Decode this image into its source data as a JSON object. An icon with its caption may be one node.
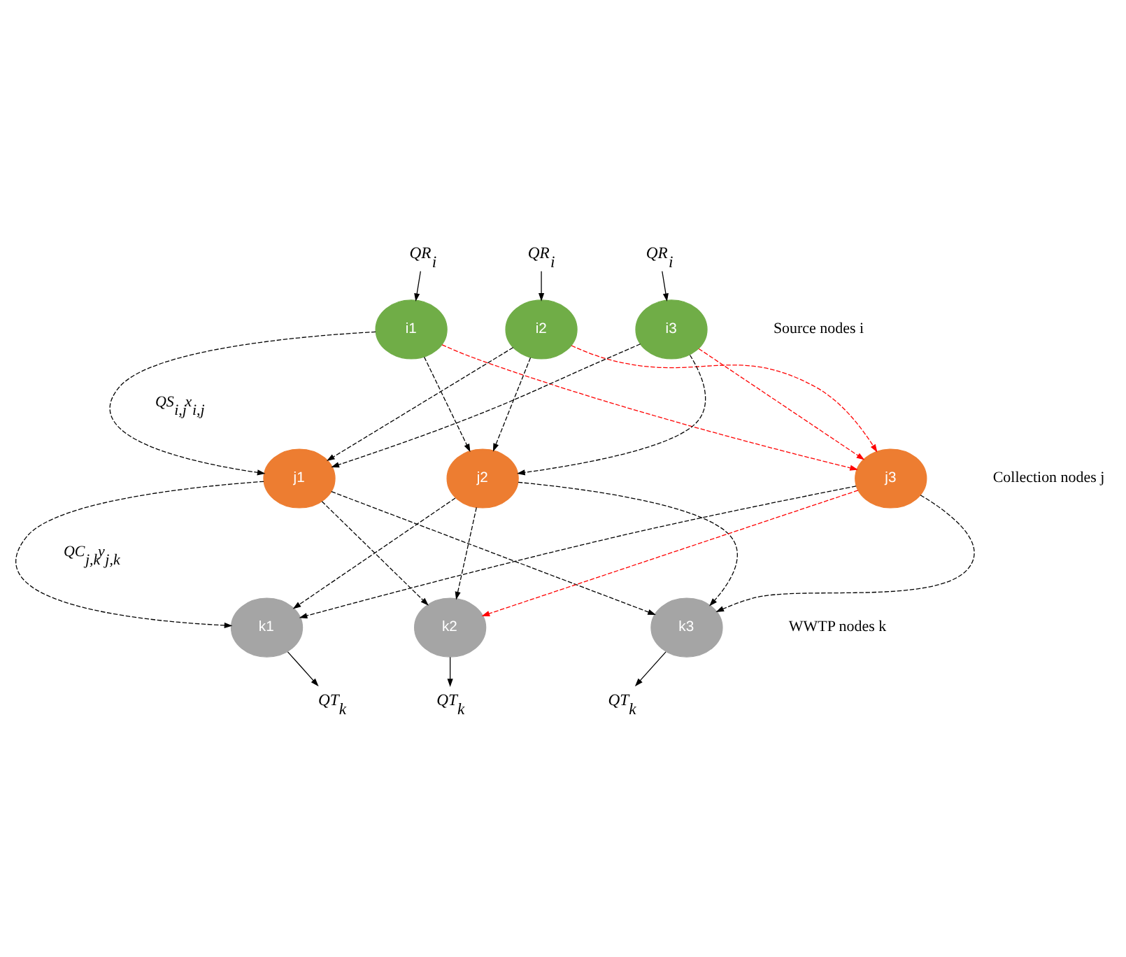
{
  "diagram": {
    "nodes": [
      {
        "text": [
          "QR$_{i}$"
        ]
      },
      {
        "text": [
          "QR$_{i}$"
        ]
      },
      {
        "text": [
          "QR$_{i}$"
        ]
      },
      {
        "text": [
          "i1"
        ]
      },
      {
        "text": [
          "i2"
        ]
      },
      {
        "text": [
          "i3"
        ]
      },
      {
        "text": [
          "j1"
        ]
      },
      {
        "text": [
          "j2"
        ]
      },
      {
        "text": [
          "j3"
        ]
      },
      {
        "text": [
          "k1"
        ]
      },
      {
        "text": [
          "k2"
        ]
      },
      {
        "text": [
          "k3"
        ]
      },
      {
        "text": [
          "QT$_{k}$"
        ]
      },
      {
        "text": [
          "QT$_{k}$"
        ]
      },
      {
        "text": [
          "QT$_{k}$"
        ]
      }
    ],
    "edges": [
      {
        "from": 0,
        "to": 3,
        "arrow": "to"
      },
      {
        "from": 1,
        "to": 4,
        "arrow": "to"
      },
      {
        "from": 2,
        "to": 5,
        "arrow": "to"
      },
      {
        "from": 3,
        "to": 6,
        "arrow": "to",
        "style": "dashed"
      },
      {
        "from": 3,
        "to": 7,
        "arrow": "to",
        "style": "dashed"
      },
      {
        "from": 3,
        "to": 8,
        "arrow": "to",
        "style": "dashed",
        "color": "#ff0000"
      },
      {
        "from": 4,
        "to": 6,
        "arrow": "to",
        "style": "dashed"
      },
      {
        "from": 4,
        "to": 7,
        "arrow": "to",
        "style": "dashed"
      },
      {
        "from": 4,
        "to": 8,
        "arrow": "to",
        "style": "dashed",
        "color": "#ff0000"
      },
      {
        "from": 5,
        "to": 6,
        "arrow": "to",
        "style": "dashed"
      },
      {
        "from": 5,
        "to": 7,
        "arrow": "to",
        "style": "dashed"
      },
      {
        "from": 5,
        "to": 8,
        "arrow": "to",
        "style": "dashed",
        "color": "#ff0000"
      },
      {
        "from": 6,
        "to": 9,
        "arrow": "to",
        "style": "dashed"
      },
      {
        "from": 6,
        "to": 10,
        "arrow": "to",
        "style": "dashed"
      },
      {
        "from": 6,
        "to": 11,
        "arrow": "to",
        "style": "dashed"
      },
      {
        "from": 7,
        "to": 9,
        "arrow": "to",
        "style": "dashed"
      },
      {
        "from": 7,
        "to": 10,
        "arrow": "to",
        "style": "dashed"
      },
      {
        "from": 7,
        "to": 11,
        "arrow": "to",
        "style": "dashed"
      },
      {
        "from": 8,
        "to": 9,
        "arrow": "to",
        "style": "dashed"
      },
      {
        "from": 8,
        "to": 10,
        "arrow": "to",
        "style": "dashed",
        "color": "#ff0000"
      },
      {
        "from": 8,
        "to": 11,
        "arrow": "to",
        "style": "dashed"
      },
      {
        "from": 9,
        "to": 12,
        "arrow": "to"
      },
      {
        "from": 10,
        "to": 13,
        "arrow": "to"
      },
      {
        "from": 11,
        "to": 14,
        "arrow": "to"
      }
    ],
    "labels": [
      "Source nodes i",
      "QS$_{i,j}$x$_{i,j}$",
      "Collection nodes j",
      "QC$_{j,k}$y$_{j,k}$",
      "WWTP nodes k"
    ]
  }
}
